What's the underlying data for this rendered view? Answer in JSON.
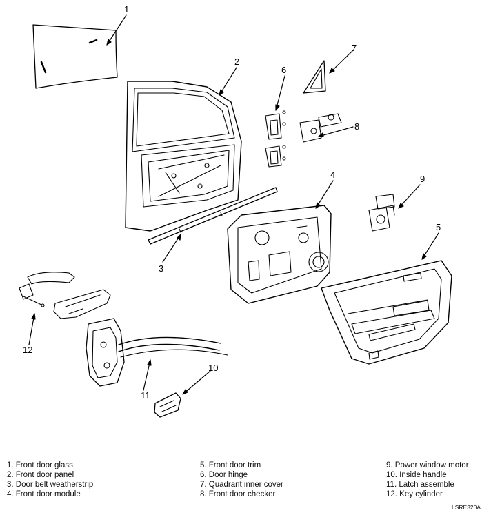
{
  "callouts": [
    "1",
    "2",
    "3",
    "4",
    "5",
    "6",
    "7",
    "8",
    "9",
    "10",
    "11",
    "12"
  ],
  "legend": {
    "column_1": [
      "1. Front door glass",
      "2. Front door panel",
      "3. Door belt weatherstrip",
      "4. Front door module"
    ],
    "column_2": [
      "5. Front door trim",
      "6. Door hinge",
      "7. Quadrant inner cover",
      "8. Front door checker"
    ],
    "column_3": [
      "9. Power window motor",
      "10. Inside handle",
      "11. Latch assemble",
      "12. Key cylinder"
    ]
  },
  "figure_code": "LSRE320A"
}
